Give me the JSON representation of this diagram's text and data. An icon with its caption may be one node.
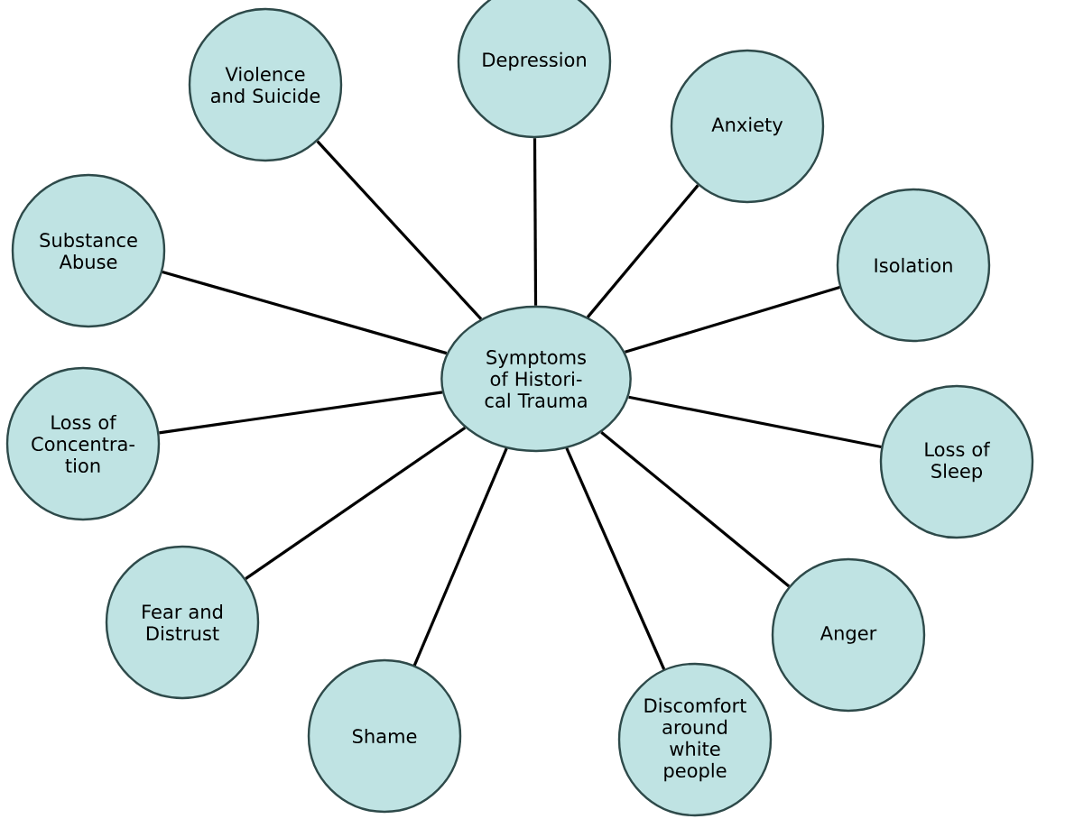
{
  "diagram": {
    "nodes": [
      {
        "text": [
          "Symptoms of Histori- cal Trauma"
        ]
      },
      {
        "text": [
          "Depression"
        ]
      },
      {
        "text": [
          "Anxiety"
        ]
      },
      {
        "text": [
          "Isolation"
        ]
      },
      {
        "text": [
          "Loss of Sleep"
        ]
      },
      {
        "text": [
          "Anger"
        ]
      },
      {
        "text": [
          "Discomfort around white people"
        ]
      },
      {
        "text": [
          "Shame"
        ]
      },
      {
        "text": [
          "Fear and Distrust"
        ]
      },
      {
        "text": [
          "Loss of Concentra- tion"
        ]
      },
      {
        "text": [
          "Substance Abuse"
        ]
      },
      {
        "text": [
          "Violence and Suicide"
        ]
      }
    ],
    "edges": [
      {
        "from": 0,
        "to": 1,
        "arrow": "none"
      },
      {
        "from": 0,
        "to": 2,
        "arrow": "none"
      },
      {
        "from": 0,
        "to": 3,
        "arrow": "none"
      },
      {
        "from": 0,
        "to": 4,
        "arrow": "none"
      },
      {
        "from": 0,
        "to": 5,
        "arrow": "none"
      },
      {
        "from": 0,
        "to": 6,
        "arrow": "none"
      },
      {
        "from": 0,
        "to": 7,
        "arrow": "none"
      },
      {
        "from": 0,
        "to": 8,
        "arrow": "none"
      },
      {
        "from": 0,
        "to": 9,
        "arrow": "none"
      },
      {
        "from": 0,
        "to": 10,
        "arrow": "none"
      },
      {
        "from": 0,
        "to": 11,
        "arrow": "none"
      }
    ]
  }
}
